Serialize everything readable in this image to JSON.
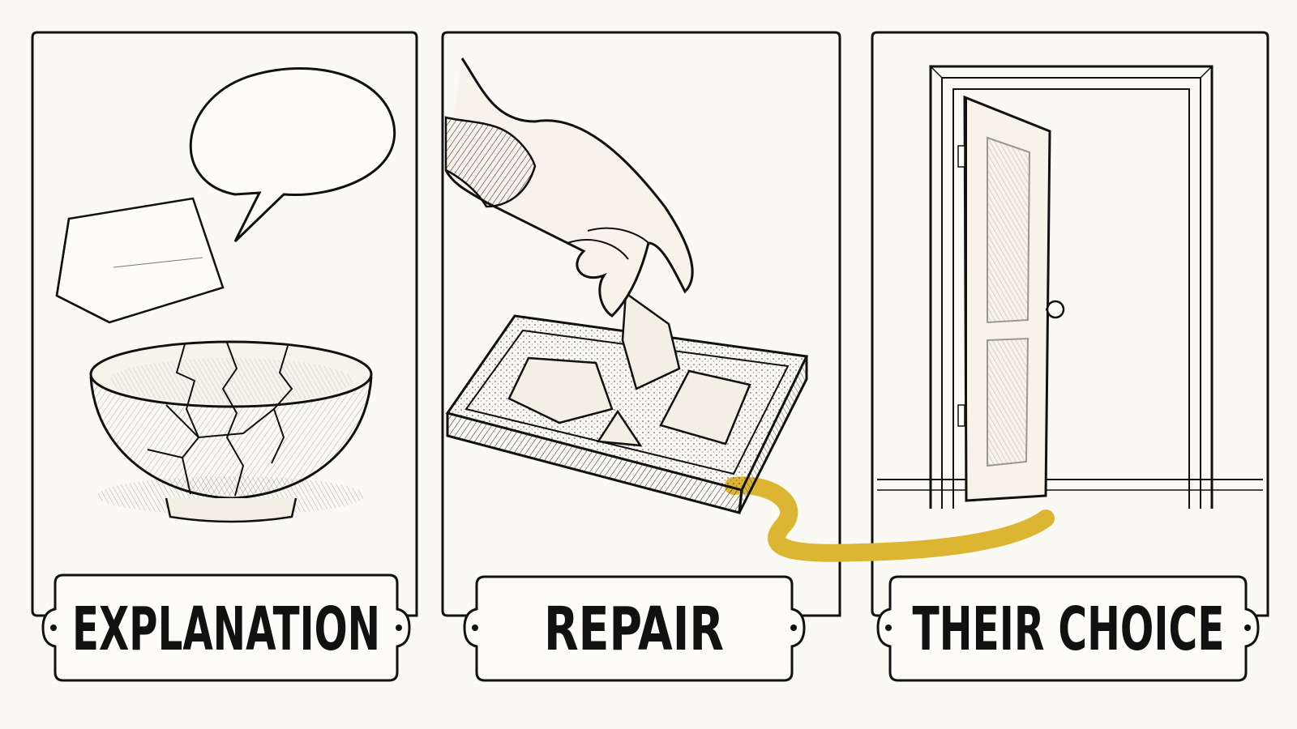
{
  "panels": [
    {
      "label": "EXPLANATION"
    },
    {
      "label": "REPAIR"
    },
    {
      "label": "THEIR CHOICE"
    }
  ],
  "colors": {
    "background": "#fbf9f3",
    "ink": "#111111",
    "gold": "#dcb632"
  }
}
